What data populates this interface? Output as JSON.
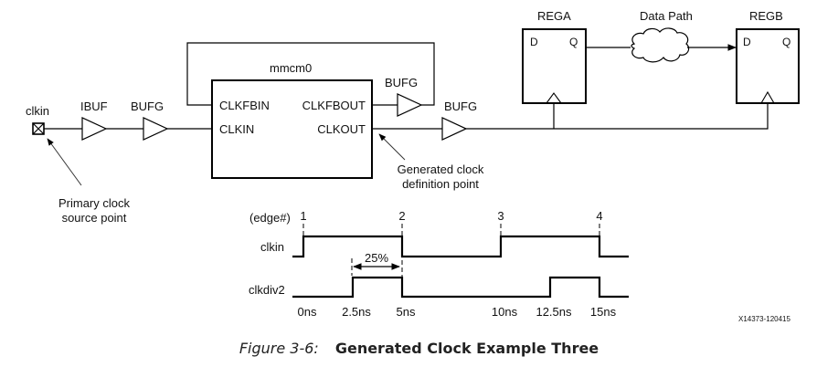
{
  "diagram": {
    "input_port": "clkin",
    "buffers": {
      "ibuf": "IBUF",
      "bufg_in": "BUFG",
      "bufg_fb": "BUFG",
      "bufg_out": "BUFG"
    },
    "mmcm": {
      "name": "mmcm0",
      "pins": {
        "clkfbin": "CLKFBIN",
        "clkin": "CLKIN",
        "clkfbout": "CLKFBOUT",
        "clkout": "CLKOUT"
      }
    },
    "registers": [
      {
        "name": "REGA",
        "d": "D",
        "q": "Q"
      },
      {
        "name": "REGB",
        "d": "D",
        "q": "Q"
      }
    ],
    "data_path": "Data Path",
    "annotations": {
      "primary_line1": "Primary clock",
      "primary_line2": "source point",
      "generated_line1": "Generated clock",
      "generated_line2": "definition point"
    }
  },
  "timing": {
    "edge_label": "(edge#)",
    "edges": [
      "1",
      "2",
      "3",
      "4"
    ],
    "signals": [
      {
        "name": "clkin",
        "transitions_ns": [
          0,
          5,
          10,
          15
        ],
        "initial": 0
      },
      {
        "name": "clkdiv2",
        "transitions_ns": [
          2.5,
          5,
          12.5,
          15
        ],
        "initial": 0
      }
    ],
    "duty_annotation": "25%",
    "time_labels": [
      "0ns",
      "2.5ns",
      "5ns",
      "10ns",
      "12.5ns",
      "15ns"
    ],
    "time_values": [
      0,
      2.5,
      5,
      10,
      12.5,
      15
    ]
  },
  "figure_id": "X14373-120415",
  "caption": {
    "number": "Figure 3-6:",
    "title": "Generated Clock Example Three"
  }
}
